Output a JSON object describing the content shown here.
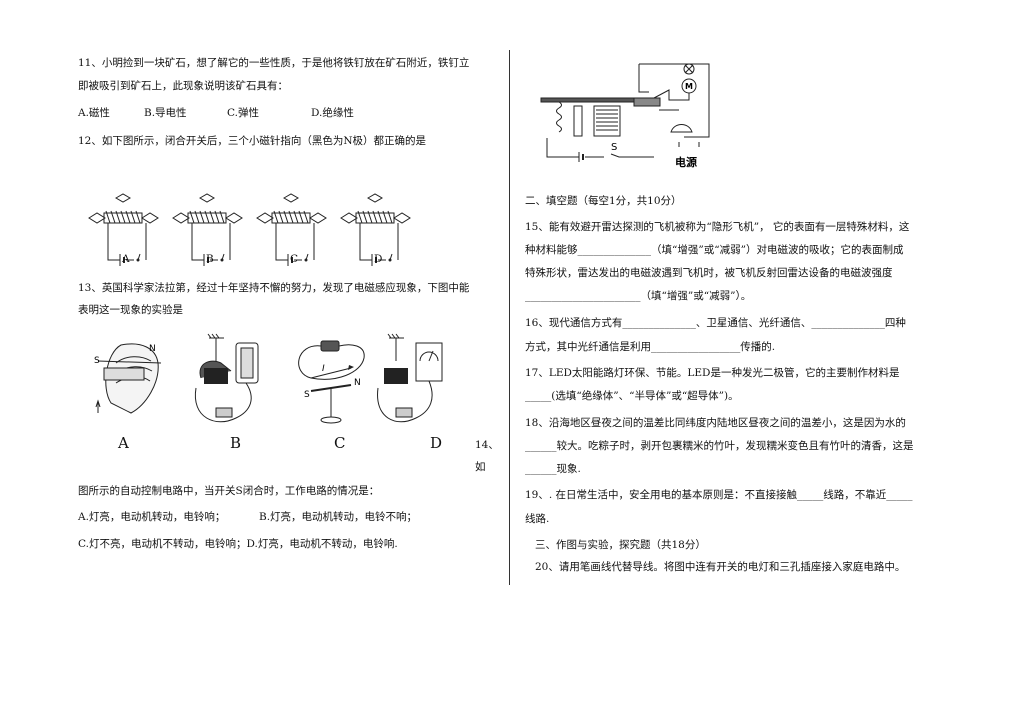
{
  "left": {
    "q11": {
      "line1": "11、小明捡到一块矿石，想了解它的一些性质，于是他将铁钉放在矿石附近，铁钉立",
      "line2": "即被吸引到矿石上，此现象说明该矿石具有：",
      "opt_a": "A.磁性",
      "opt_b": "B.导电性",
      "opt_c": "C.弹性",
      "opt_d": "D.绝缘性"
    },
    "q12": {
      "line1": "12、如下图所示，闭合开关后，三个小磁针指向（黑色为N极）都正确的是",
      "labels": [
        "A",
        "B",
        "C",
        "D"
      ]
    },
    "q13": {
      "line1": "13、英国科学家法拉第，经过十年坚持不懈的努力，发现了电磁感应现象，下图中能",
      "line2": "表明这一现象的实验是",
      "labels": [
        "A",
        "B",
        "C",
        "D"
      ],
      "fig_letters": {
        "S": "S",
        "N": "N",
        "I": "I"
      }
    },
    "q14": {
      "num_part1": "14、",
      "num_part2": "如",
      "line1": "图所示的自动控制电路中，当开关S闭合时，工作电路的情况是：",
      "opt_a": "A.灯亮，电动机转动，电铃响；",
      "opt_b": "B.灯亮，电动机转动，电铃不响；",
      "opt_cd": "C.灯不亮，电动机不转动，电铃响；D.灯亮，电动机不转动，电铃响."
    }
  },
  "right": {
    "figure": {
      "motor": "M",
      "switch": "S",
      "power": "电源"
    },
    "section2": "二、填空题（每空1分，共10分）",
    "q15": {
      "line1": "15、能有效避开雷达探测的飞机被称为“隐形飞机”，  它的表面有一层特殊材料，这",
      "line2": "种材料能够______________（填“增强”或“减弱”）对电磁波的吸收；它的表面制成",
      "line3": "特殊形状，雷达发出的电磁波遇到飞机时，被飞机反射回雷达设备的电磁波强度",
      "line4": "______________________（填“增强”或“减弱”）。"
    },
    "q16": {
      "line1": "16、现代通信方式有______________、卫星通信、光纤通信、______________四种",
      "line2": "方式，其中光纤通信是利用_________________传播的."
    },
    "q17": {
      "line1": "17、LED太阳能路灯环保、节能。LED是一种发光二极管，它的主要制作材料是",
      "line2": "_____(选填“绝缘体”、“半导体”或“超导体”)。"
    },
    "q18": {
      "line1": "18、沿海地区昼夜之间的温差比同纬度内陆地区昼夜之间的温差小，这是因为水的",
      "line2": "______较大。吃粽子时，剥开包裹糯米的竹叶，发现糯米变色且有竹叶的清香，这是",
      "line3": "______现象."
    },
    "q19": {
      "line1": "19、. 在日常生活中，安全用电的基本原则是：不直接接触_____线路，不靠近_____",
      "line2": "线路."
    },
    "section3": "三、作图与实验，探究题（共18分）",
    "q20": "20、请用笔画线代替导线。将图中连有开关的电灯和三孔插座接入家庭电路中。"
  }
}
